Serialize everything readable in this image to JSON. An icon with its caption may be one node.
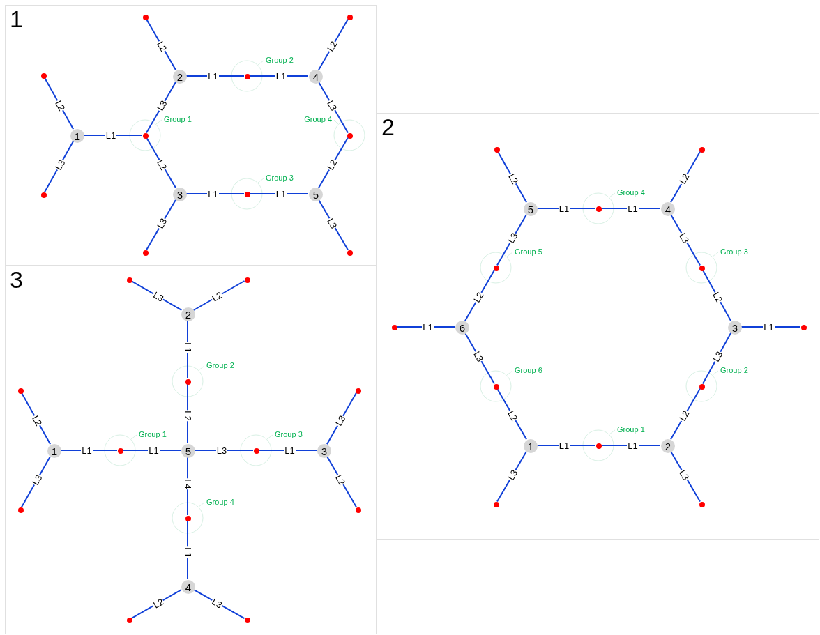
{
  "diagram": {
    "nodes": [
      {
        "text": [
          "1"
        ]
      },
      {
        "text": [
          "1"
        ],
        "in": 0
      },
      {
        "text": [
          "2"
        ],
        "in": 0
      },
      {
        "text": [
          "3"
        ],
        "in": 0
      },
      {
        "text": [
          "4"
        ],
        "in": 0
      },
      {
        "text": [
          "5"
        ],
        "in": 0
      },
      {
        "text": [],
        "shape": "circle",
        "in": 0,
        "beside": [
          "Group 1"
        ]
      },
      {
        "text": [],
        "shape": "circle",
        "in": 0,
        "beside": [
          "Group 2"
        ]
      },
      {
        "text": [],
        "shape": "circle",
        "in": 0,
        "beside": [
          "Group 3"
        ]
      },
      {
        "text": [],
        "shape": "circle",
        "in": 0,
        "beside": [
          "Group 4"
        ]
      },
      {
        "text": [],
        "shape": "circle",
        "in": 0
      },
      {
        "text": [],
        "shape": "circle",
        "in": 0
      },
      {
        "text": [],
        "shape": "circle",
        "in": 0
      },
      {
        "text": [],
        "shape": "circle",
        "in": 0
      },
      {
        "text": [],
        "shape": "circle",
        "in": 0
      },
      {
        "text": [],
        "shape": "circle",
        "in": 0
      },
      {
        "text": [
          "2"
        ]
      },
      {
        "text": [
          "1"
        ],
        "in": 16
      },
      {
        "text": [
          "2"
        ],
        "in": 16
      },
      {
        "text": [
          "3"
        ],
        "in": 16
      },
      {
        "text": [
          "4"
        ],
        "in": 16
      },
      {
        "text": [
          "5"
        ],
        "in": 16
      },
      {
        "text": [
          "6"
        ],
        "in": 16
      },
      {
        "text": [],
        "shape": "circle",
        "in": 16,
        "beside": [
          "Group 1"
        ]
      },
      {
        "text": [],
        "shape": "circle",
        "in": 16,
        "beside": [
          "Group 2"
        ]
      },
      {
        "text": [],
        "shape": "circle",
        "in": 16,
        "beside": [
          "Group 3"
        ]
      },
      {
        "text": [],
        "shape": "circle",
        "in": 16,
        "beside": [
          "Group 4"
        ]
      },
      {
        "text": [],
        "shape": "circle",
        "in": 16,
        "beside": [
          "Group 5"
        ]
      },
      {
        "text": [],
        "shape": "circle",
        "in": 16,
        "beside": [
          "Group 6"
        ]
      },
      {
        "text": [],
        "shape": "circle",
        "in": 16
      },
      {
        "text": [],
        "shape": "circle",
        "in": 16
      },
      {
        "text": [],
        "shape": "circle",
        "in": 16
      },
      {
        "text": [],
        "shape": "circle",
        "in": 16
      },
      {
        "text": [],
        "shape": "circle",
        "in": 16
      },
      {
        "text": [],
        "shape": "circle",
        "in": 16
      },
      {
        "text": [
          "3"
        ]
      },
      {
        "text": [
          "1"
        ],
        "in": 35
      },
      {
        "text": [
          "2"
        ],
        "in": 35
      },
      {
        "text": [
          "3"
        ],
        "in": 35
      },
      {
        "text": [
          "4"
        ],
        "in": 35
      },
      {
        "text": [
          "5"
        ],
        "in": 35
      },
      {
        "text": [],
        "shape": "circle",
        "in": 35,
        "beside": [
          "Group 1"
        ]
      },
      {
        "text": [],
        "shape": "circle",
        "in": 35,
        "beside": [
          "Group 2"
        ]
      },
      {
        "text": [],
        "shape": "circle",
        "in": 35,
        "beside": [
          "Group 3"
        ]
      },
      {
        "text": [],
        "shape": "circle",
        "in": 35,
        "beside": [
          "Group 4"
        ]
      },
      {
        "text": [],
        "shape": "circle",
        "in": 35
      },
      {
        "text": [],
        "shape": "circle",
        "in": 35
      },
      {
        "text": [],
        "shape": "circle",
        "in": 35
      },
      {
        "text": [],
        "shape": "circle",
        "in": 35
      },
      {
        "text": [],
        "shape": "circle",
        "in": 35
      },
      {
        "text": [],
        "shape": "circle",
        "in": 35
      },
      {
        "text": [],
        "shape": "circle",
        "in": 35
      },
      {
        "text": [],
        "shape": "circle",
        "in": 35
      }
    ],
    "edges": [
      {
        "from": 1,
        "to": 6,
        "arrow": "none",
        "label": "L1"
      },
      {
        "from": 6,
        "to": 2,
        "arrow": "none",
        "label": "L3"
      },
      {
        "from": 6,
        "to": 3,
        "arrow": "none",
        "label": "L2"
      },
      {
        "from": 2,
        "to": 7,
        "arrow": "none",
        "label": "L1"
      },
      {
        "from": 7,
        "to": 4,
        "arrow": "none",
        "label": "L1"
      },
      {
        "from": 4,
        "to": 9,
        "arrow": "none",
        "label": "L3"
      },
      {
        "from": 9,
        "to": 5,
        "arrow": "none",
        "label": "L2"
      },
      {
        "from": 3,
        "to": 8,
        "arrow": "none",
        "label": "L1"
      },
      {
        "from": 8,
        "to": 5,
        "arrow": "none",
        "label": "L1"
      },
      {
        "from": 1,
        "to": 10,
        "arrow": "none",
        "label": "L2"
      },
      {
        "from": 1,
        "to": 11,
        "arrow": "none",
        "label": "L3"
      },
      {
        "from": 2,
        "to": 12,
        "arrow": "none",
        "label": "L2"
      },
      {
        "from": 3,
        "to": 13,
        "arrow": "none",
        "label": "L3"
      },
      {
        "from": 4,
        "to": 14,
        "arrow": "none",
        "label": "L2"
      },
      {
        "from": 5,
        "to": 15,
        "arrow": "none",
        "label": "L3"
      },
      {
        "from": 21,
        "to": 26,
        "arrow": "none",
        "label": "L1"
      },
      {
        "from": 26,
        "to": 20,
        "arrow": "none",
        "label": "L1"
      },
      {
        "from": 20,
        "to": 25,
        "arrow": "none",
        "label": "L3"
      },
      {
        "from": 25,
        "to": 19,
        "arrow": "none",
        "label": "L2"
      },
      {
        "from": 19,
        "to": 24,
        "arrow": "none",
        "label": "L3"
      },
      {
        "from": 24,
        "to": 18,
        "arrow": "none",
        "label": "L2"
      },
      {
        "from": 18,
        "to": 23,
        "arrow": "none",
        "label": "L1"
      },
      {
        "from": 23,
        "to": 17,
        "arrow": "none",
        "label": "L1"
      },
      {
        "from": 17,
        "to": 28,
        "arrow": "none",
        "label": "L2"
      },
      {
        "from": 28,
        "to": 22,
        "arrow": "none",
        "label": "L3"
      },
      {
        "from": 22,
        "to": 27,
        "arrow": "none",
        "label": "L2"
      },
      {
        "from": 27,
        "to": 21,
        "arrow": "none",
        "label": "L3"
      },
      {
        "from": 21,
        "to": 29,
        "arrow": "none",
        "label": "L2"
      },
      {
        "from": 20,
        "to": 30,
        "arrow": "none",
        "label": "L2"
      },
      {
        "from": 22,
        "to": 31,
        "arrow": "none",
        "label": "L1"
      },
      {
        "from": 19,
        "to": 32,
        "arrow": "none",
        "label": "L1"
      },
      {
        "from": 17,
        "to": 33,
        "arrow": "none",
        "label": "L3"
      },
      {
        "from": 18,
        "to": 34,
        "arrow": "none",
        "label": "L3"
      },
      {
        "from": 37,
        "to": 42,
        "arrow": "none",
        "label": "L1"
      },
      {
        "from": 42,
        "to": 40,
        "arrow": "none",
        "label": "L2"
      },
      {
        "from": 36,
        "to": 41,
        "arrow": "none",
        "label": "L1"
      },
      {
        "from": 41,
        "to": 40,
        "arrow": "none",
        "label": "L1"
      },
      {
        "from": 40,
        "to": 43,
        "arrow": "none",
        "label": "L3"
      },
      {
        "from": 43,
        "to": 38,
        "arrow": "none",
        "label": "L1"
      },
      {
        "from": 40,
        "to": 44,
        "arrow": "none",
        "label": "L4"
      },
      {
        "from": 44,
        "to": 39,
        "arrow": "none",
        "label": "L1"
      },
      {
        "from": 37,
        "to": 45,
        "arrow": "none",
        "label": "L3"
      },
      {
        "from": 37,
        "to": 46,
        "arrow": "none",
        "label": "L2"
      },
      {
        "from": 36,
        "to": 47,
        "arrow": "none",
        "label": "L2"
      },
      {
        "from": 36,
        "to": 48,
        "arrow": "none",
        "label": "L3"
      },
      {
        "from": 38,
        "to": 49,
        "arrow": "none",
        "label": "L3"
      },
      {
        "from": 38,
        "to": 50,
        "arrow": "none",
        "label": "L2"
      },
      {
        "from": 39,
        "to": 51,
        "arrow": "none",
        "label": "L2"
      },
      {
        "from": 39,
        "to": 52,
        "arrow": "none",
        "label": "L3"
      }
    ]
  }
}
